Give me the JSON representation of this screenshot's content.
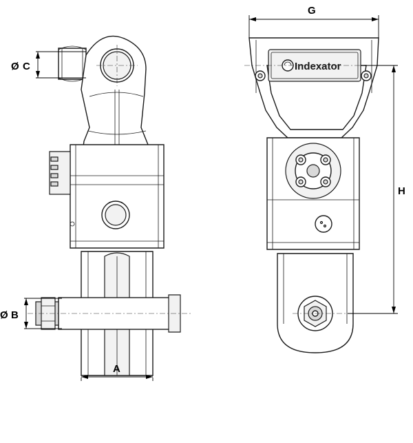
{
  "dimensions": {
    "a": "A",
    "b": "B",
    "c": "C",
    "g": "G",
    "h": "H",
    "diameter_symbol": "Ø"
  },
  "logo": {
    "brand": "Indexator"
  }
}
